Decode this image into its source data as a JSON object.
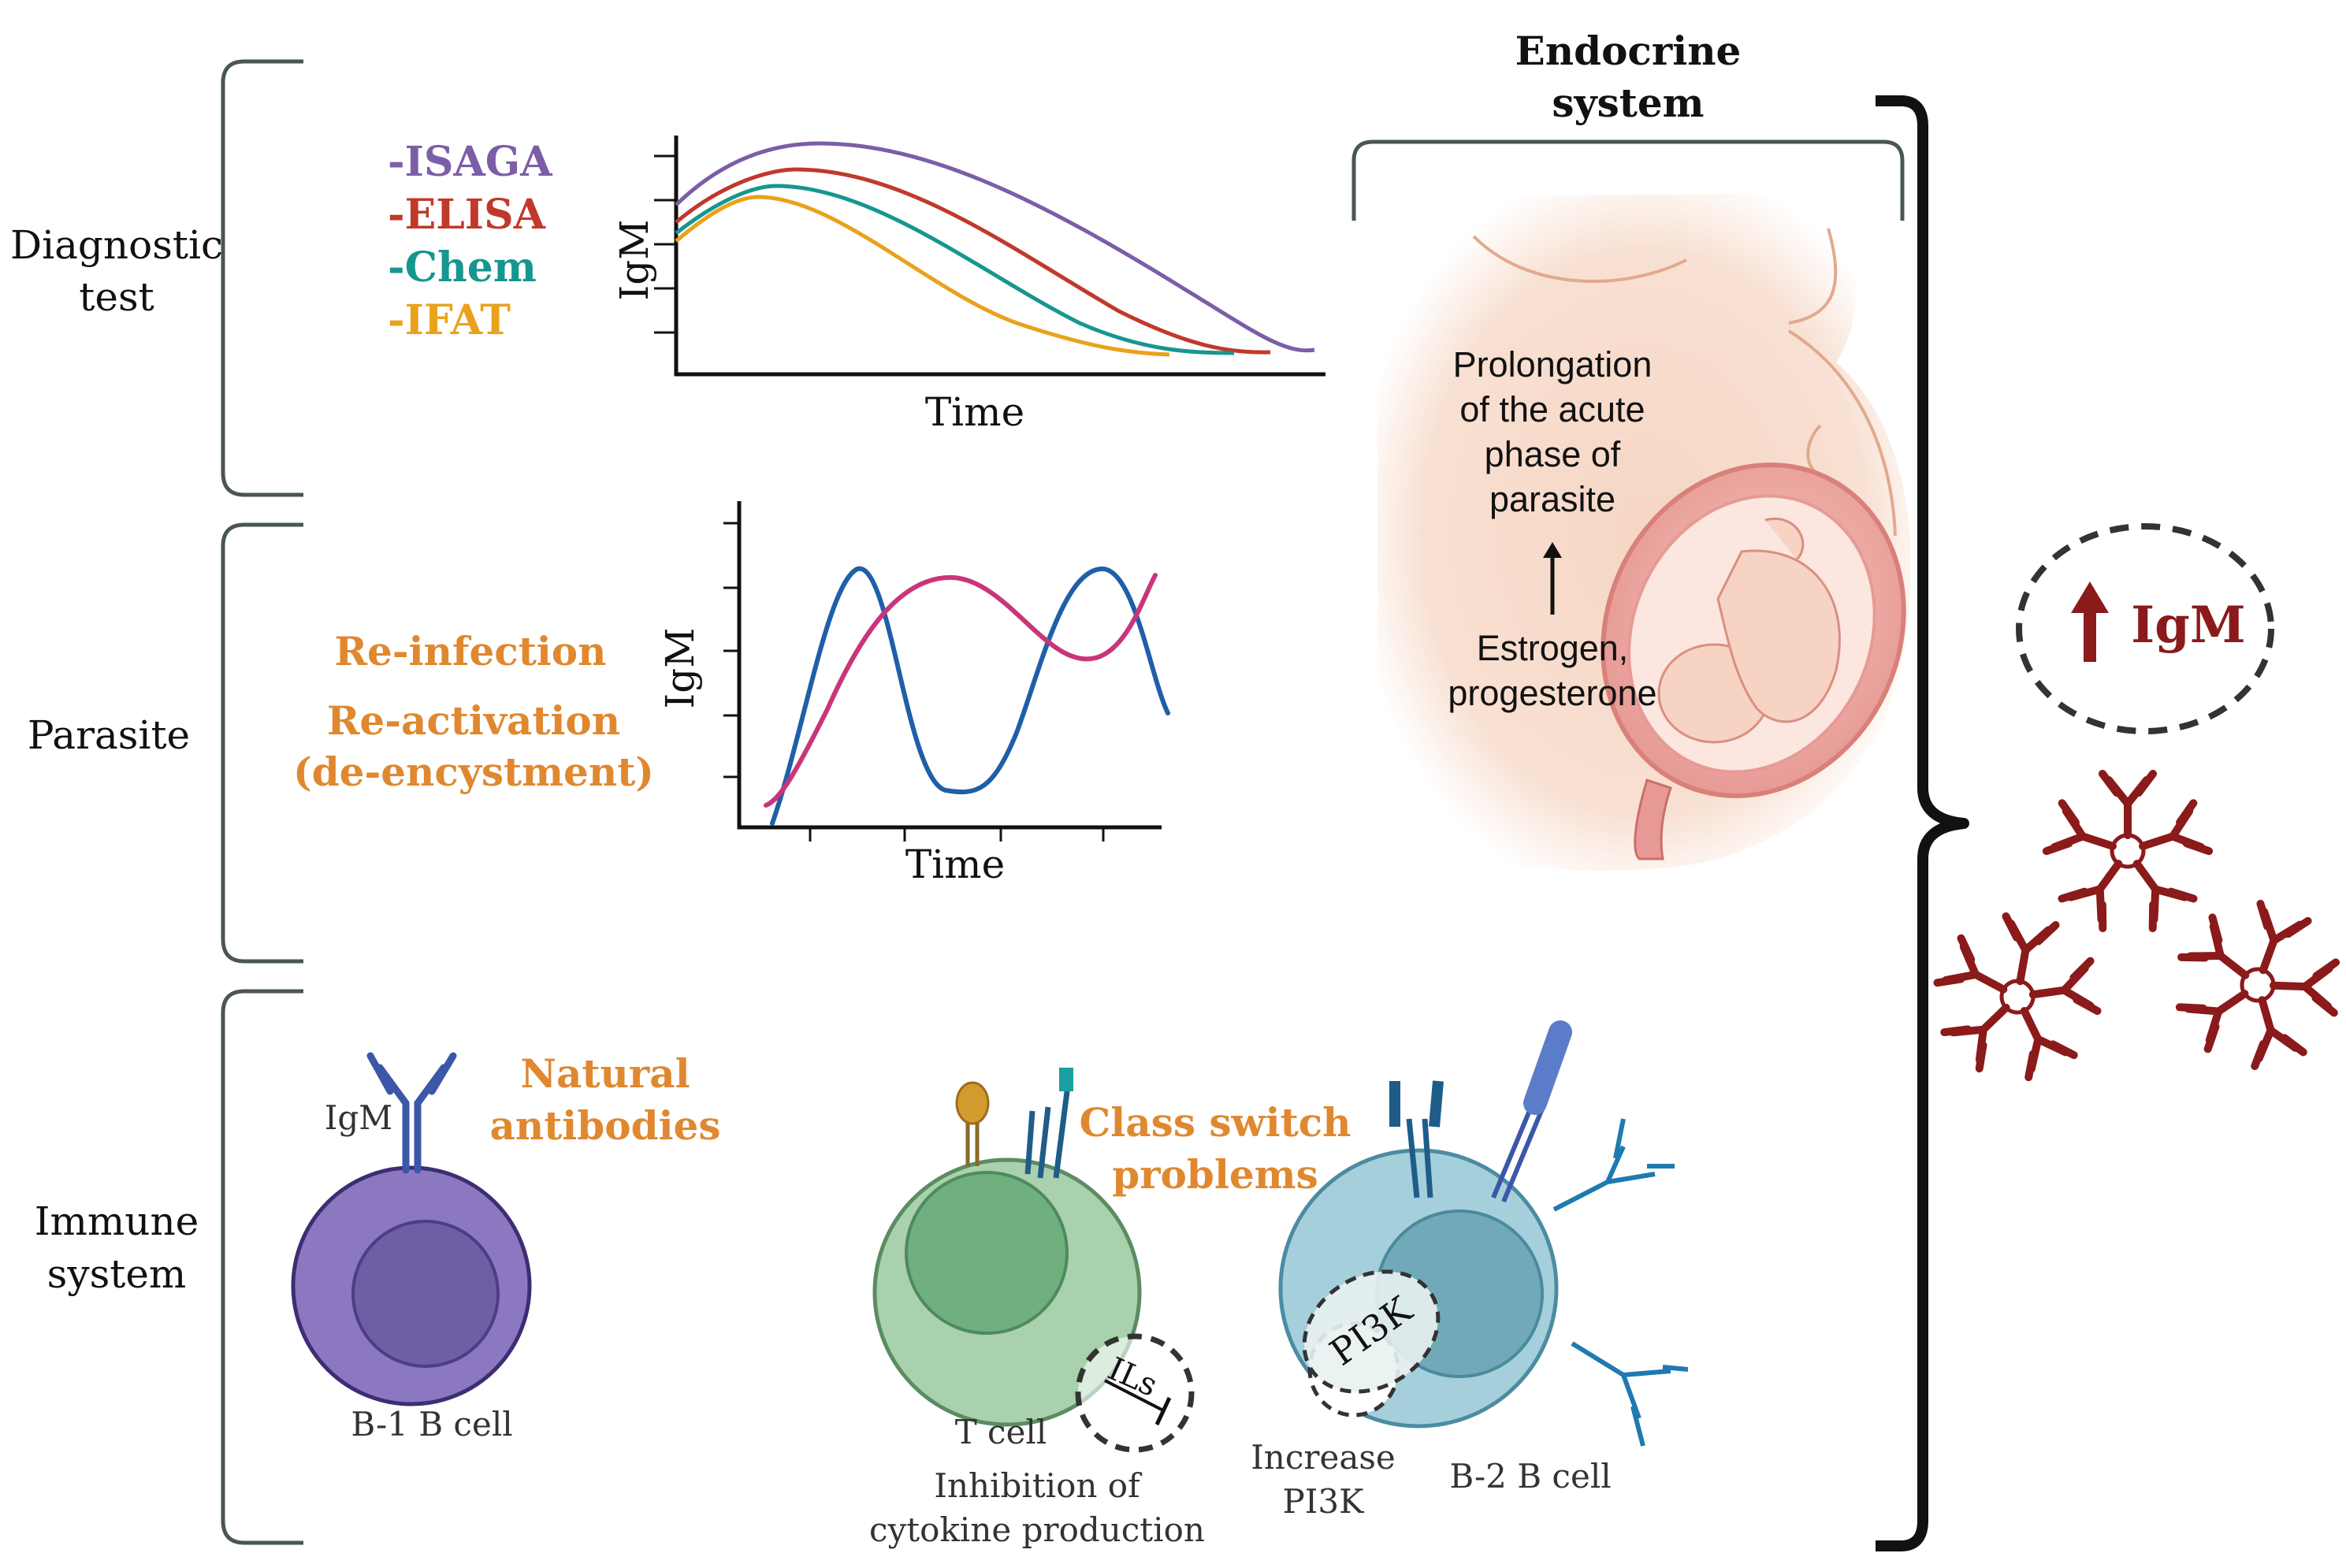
{
  "sections": {
    "diagnostic": {
      "line1": "Diagnostic",
      "line2": "test"
    },
    "parasite": {
      "label": "Parasite"
    },
    "immune": {
      "line1": "Immune",
      "line2": "system"
    }
  },
  "colors": {
    "isaga": "#7b5ea7",
    "elisa": "#c0392b",
    "chem": "#17968f",
    "ifat": "#e9a21c",
    "orange_text": "#e0882f",
    "blue_curve": "#1f5fa8",
    "pink_curve": "#c9357a",
    "igm_red": "#8b1a1a",
    "bracket": "#4a5555"
  },
  "tests": [
    "-ISAGA",
    "-ELISA",
    "-Chem",
    "-IFAT"
  ],
  "chart1": {
    "ylabel": "IgM",
    "xlabel": "Time"
  },
  "chart2": {
    "ylabel": "IgM",
    "xlabel": "Time"
  },
  "parasite_labels": {
    "reinfection": "Re-infection",
    "reactivation": "Re-activation",
    "deencystment": "(de-encystment)"
  },
  "endocrine": {
    "title1": "Endocrine",
    "title2": "system",
    "prolong": [
      "Prolongation",
      "of the acute",
      "phase of",
      "parasite"
    ],
    "hormones": [
      "Estrogen,",
      "progesterone"
    ]
  },
  "result": {
    "label": "IgM"
  },
  "immune": {
    "igm_label": "IgM",
    "natural": [
      "Natural",
      "antibodies"
    ],
    "b1": "B-1 B cell",
    "class_switch": [
      "Class switch",
      "problems"
    ],
    "ils": "ILs",
    "tcell": "T cell",
    "inhibition": [
      "Inhibition of",
      "cytokine production"
    ],
    "pi3k": "PI3K",
    "increase": [
      "Increase",
      "PI3K"
    ],
    "b2": "B-2  B cell"
  }
}
